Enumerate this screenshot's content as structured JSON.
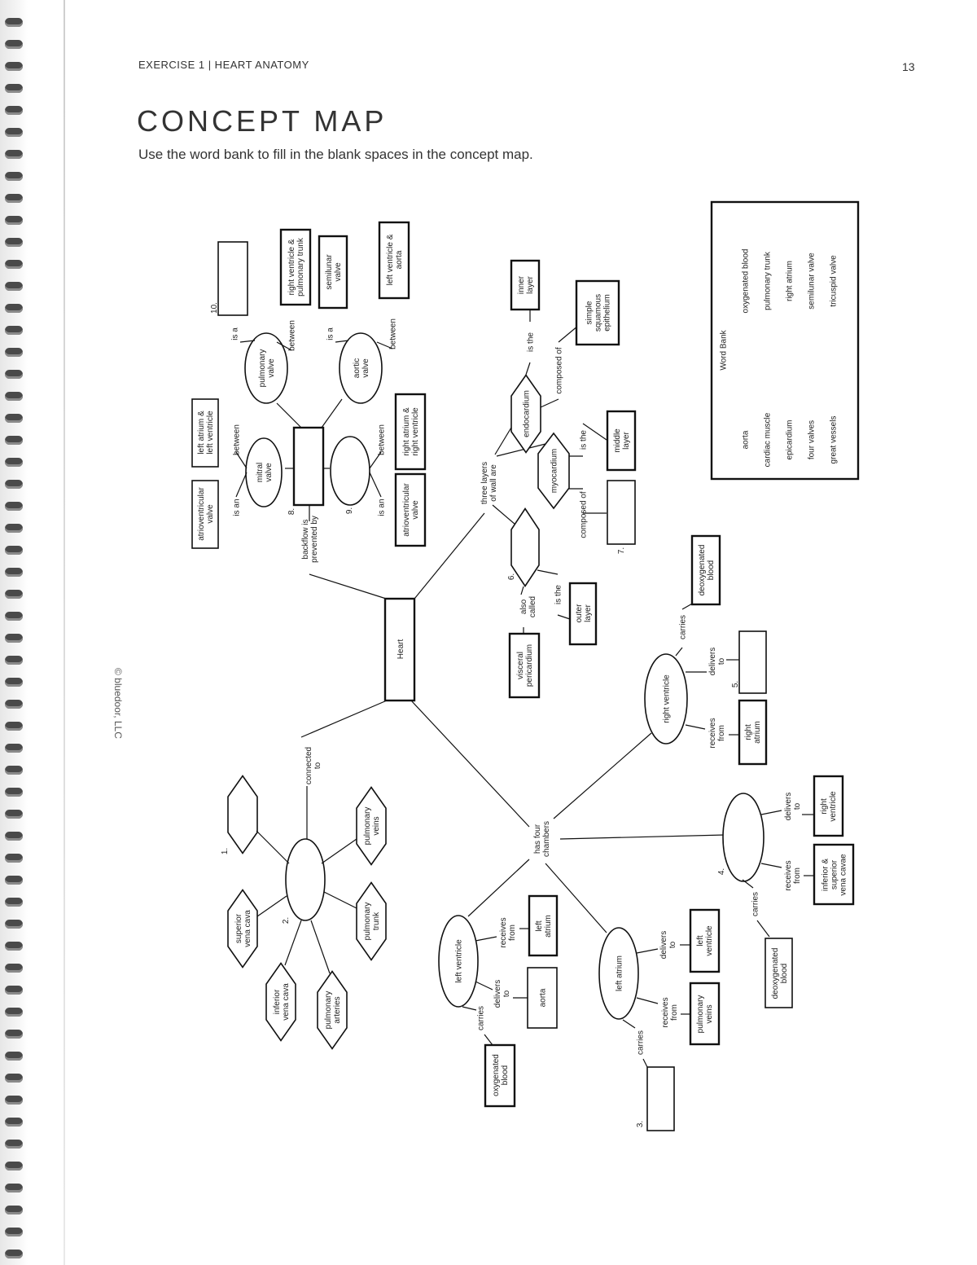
{
  "header": {
    "running": "EXERCISE 1 | HEART ANATOMY",
    "page_number": "13"
  },
  "title": "CONCEPT MAP",
  "instruction": "Use the word bank to fill in the blank spaces in the concept map.",
  "copyright": "© bluedoor, LLC",
  "word_bank": {
    "title": "Word Bank",
    "col1": [
      "aorta",
      "cardiac muscle",
      "epicardium",
      "four valves",
      "great vessels"
    ],
    "col2": [
      "oxygenated blood",
      "pulmonary trunk",
      "right atrium",
      "semilunar valve",
      "tricuspid valve"
    ]
  },
  "nodes": {
    "heart": "Heart",
    "backflow": [
      "backflow is",
      "prevented by"
    ],
    "three_layers": [
      "three layers",
      "of wall are"
    ],
    "connected": [
      "connected",
      "to"
    ],
    "four_chambers": [
      "has four",
      "chambers"
    ],
    "pulm_valve": [
      "pulmonary",
      "valve"
    ],
    "aortic_valve": [
      "aortic",
      "valve"
    ],
    "mitral_valve": [
      "mitral",
      "valve"
    ],
    "rv_pt": [
      "right ventricle &",
      "pulmonary trunk"
    ],
    "semilunar": [
      "semilunar",
      "valve"
    ],
    "lv_aorta": [
      "left ventricle &",
      "aorta"
    ],
    "la_lv": [
      "left atrium &",
      "left ventricle"
    ],
    "av_valve_left": [
      "atrioventricular",
      "valve"
    ],
    "ra_rv": [
      "right atrium &",
      "right ventricle"
    ],
    "av_valve_right": [
      "atrioventricular",
      "valve"
    ],
    "endocardium": "endocardium",
    "myocardium": "myocardium",
    "inner_layer": [
      "inner",
      "layer"
    ],
    "simple_sq": [
      "simple",
      "squamous",
      "epithelium"
    ],
    "middle_layer": [
      "middle",
      "layer"
    ],
    "outer_layer": [
      "outer",
      "layer"
    ],
    "visceral": [
      "visceral",
      "pericardium"
    ],
    "right_ventricle": "right ventricle",
    "deoxy_top": [
      "deoxygenated",
      "blood"
    ],
    "right_atrium_box": [
      "right",
      "atrium"
    ],
    "right_ventricle_box": [
      "right",
      "ventricle"
    ],
    "inf_sup_vc": [
      "inferior &",
      "superior",
      "vena cavae"
    ],
    "deoxy_bottom": [
      "deoxygenated",
      "blood"
    ],
    "left_ventricle": "left ventricle",
    "left_atrium_box": [
      "left",
      "atrium"
    ],
    "aorta_box": "aorta",
    "oxy_blood": [
      "oxygenated",
      "blood"
    ],
    "left_atrium": "left atrium",
    "left_ventricle_box": [
      "left",
      "ventricle"
    ],
    "pulm_veins_box": [
      "pulmonary",
      "veins"
    ],
    "pulm_veins_hex": [
      "pulmonary",
      "veins"
    ],
    "pulm_trunk_hex": [
      "pulmonary",
      "trunk"
    ],
    "pulm_arteries_hex": [
      "pulmonary",
      "arteries"
    ],
    "inf_vc_hex": [
      "inferior",
      "vena cava"
    ],
    "sup_vc_hex": [
      "superior",
      "vena cava"
    ]
  },
  "links": {
    "is_a": "is a",
    "between": "between",
    "is_an": "is an",
    "is_the": "is the",
    "composed_of": "composed of",
    "also_called": [
      "also",
      "called"
    ],
    "carries": "carries",
    "delivers_to": [
      "delivers",
      "to"
    ],
    "receives_from": [
      "receives",
      "from"
    ]
  },
  "blank_numbers": [
    "1.",
    "2.",
    "3.",
    "4.",
    "5.",
    "6.",
    "7.",
    "8.",
    "9.",
    "10."
  ]
}
